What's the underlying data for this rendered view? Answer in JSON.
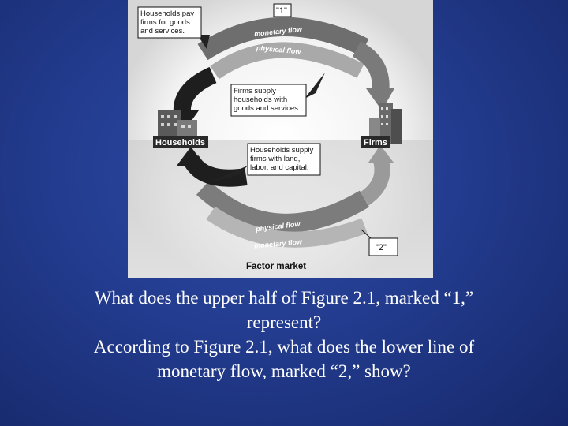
{
  "figure": {
    "tag_top": "\"1\"",
    "tag_bottom": "\"2\"",
    "box_households_pay": [
      "Households pay",
      "firms for goods",
      "and services."
    ],
    "box_firms_supply": [
      "Firms supply",
      "households with",
      "goods and services."
    ],
    "box_households_supply": [
      "Households supply",
      "firms with land,",
      "labor, and capital."
    ],
    "monetary_flow_top": "monetary flow",
    "physical_flow_top": "physical flow",
    "physical_flow_bottom": "physical flow",
    "monetary_flow_bottom": "monetary flow",
    "households_label": "Households",
    "firms_label": "Firms",
    "factor_market_label": "Factor market"
  },
  "caption": {
    "line1": "What does the upper half of Figure 2.1, marked “1,”",
    "line2": "represent?",
    "line3": "According to Figure 2.1, what does the lower line of",
    "line4": "monetary flow, marked “2,” show?"
  },
  "colors": {
    "background": "#233c8f",
    "caption_text": "#ffffff",
    "dark_arrow": "#1e1e1e",
    "light_arrow": "#8a8a8a"
  }
}
